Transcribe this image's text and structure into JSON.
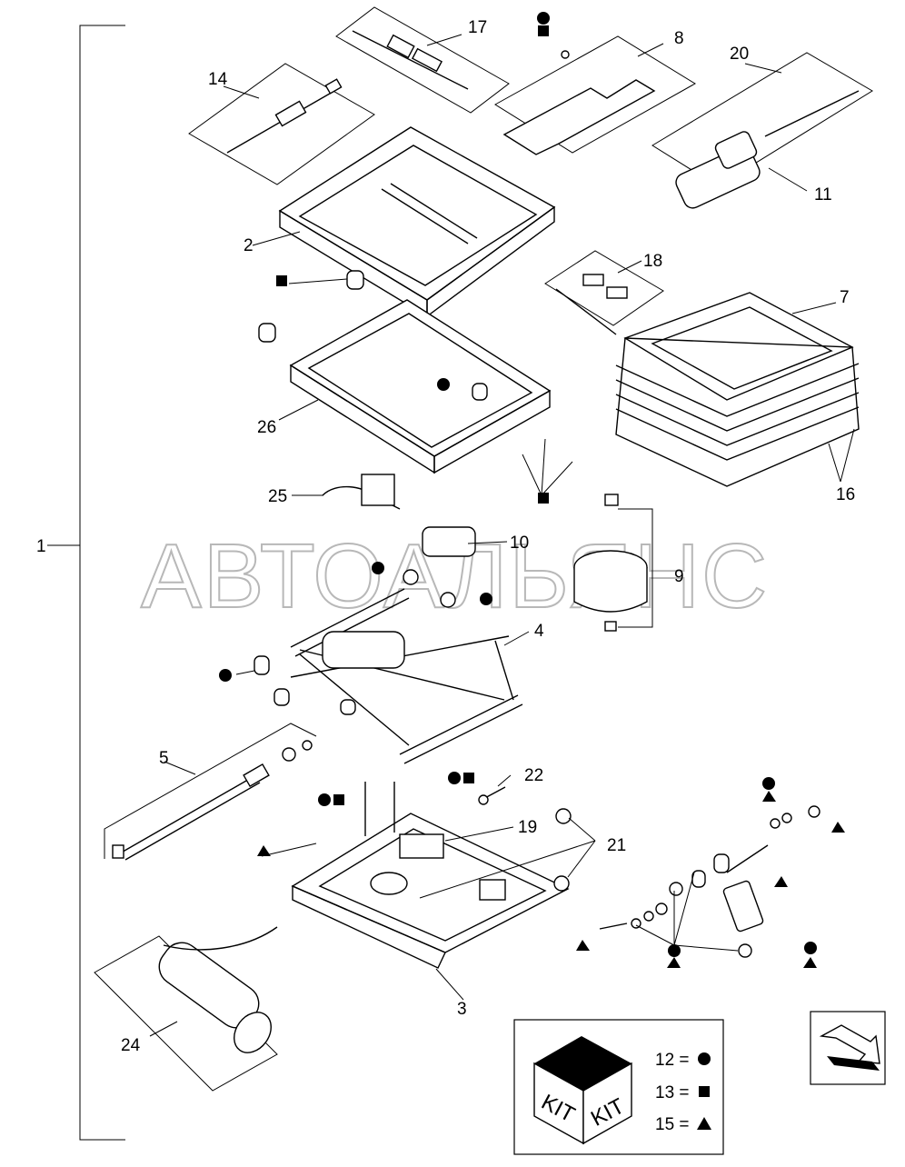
{
  "watermark": "АВТОАЛЬЯНС",
  "callouts": {
    "c1": "1",
    "c2": "2",
    "c3": "3",
    "c4": "4",
    "c5": "5",
    "c7": "7",
    "c8": "8",
    "c9": "9",
    "c10": "10",
    "c11": "11",
    "c14": "14",
    "c16": "16",
    "c17": "17",
    "c18": "18",
    "c19": "19",
    "c20": "20",
    "c21": "21",
    "c22": "22",
    "c24": "24",
    "c25": "25",
    "c26": "26"
  },
  "kit": {
    "box_text_left": "KIT",
    "box_text_right": "KIT",
    "legend": [
      {
        "code": "12 =",
        "symbol": "circle"
      },
      {
        "code": "13 =",
        "symbol": "square"
      },
      {
        "code": "15 =",
        "symbol": "triangle"
      }
    ]
  },
  "icons": {
    "next_page": "arrow-icon"
  }
}
